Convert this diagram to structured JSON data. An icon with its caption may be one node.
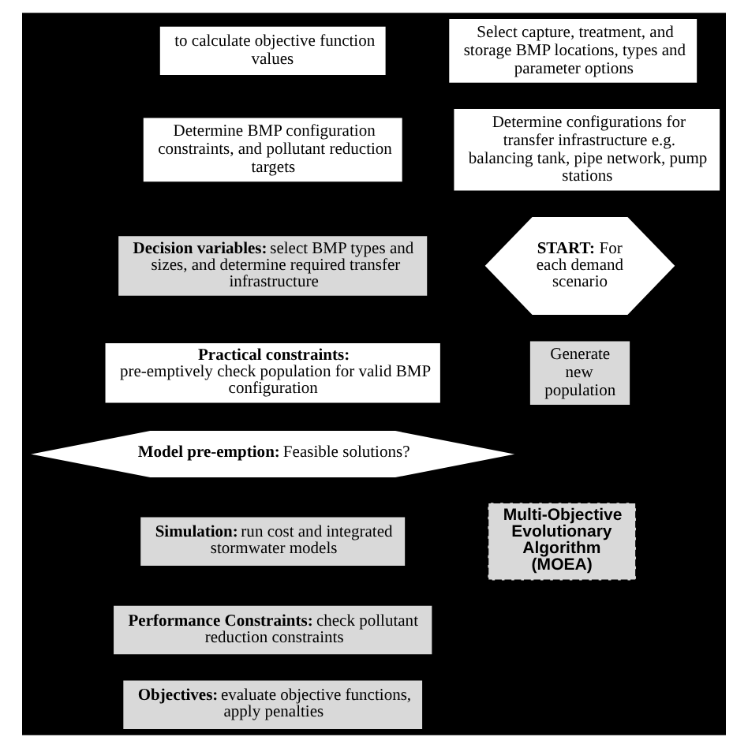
{
  "diagram": {
    "nodes": [
      {
        "text": [
          "to calculate objective function values"
        ]
      },
      {
        "text": [
          "Select capture, treatment, and storage BMP locations, types and parameter options"
        ]
      },
      {
        "text": [
          "Determine BMP configuration constraints, and pollutant reduction targets"
        ]
      },
      {
        "text": [
          "Determine configurations for transfer infrastructure e.g. balancing tank, pipe network, pump stations"
        ]
      },
      {
        "text": [
          "**Decision variables:** select BMP types and sizes, and determine required transfer infrastructure"
        ]
      },
      {
        "text": [
          "**START:** For each demand scenario"
        ]
      },
      {
        "text": [
          "**Practical constraints:** pre-emptively check population for valid BMP configuration"
        ]
      },
      {
        "text": [
          "Generate new population"
        ]
      },
      {
        "text": [
          "**Model pre-emption:** Feasible solutions?"
        ]
      },
      {
        "text": [
          "**Simulation:** run cost and integrated stormwater models"
        ]
      },
      {
        "text": [
          "Multi-Objective Evolutionary Algorithm (MOEA)"
        ]
      },
      {
        "text": [
          "**Performance Constraints:** check pollutant reduction constraints"
        ]
      },
      {
        "text": [
          "**Objectives:** evaluate objective functions, apply penalties"
        ]
      }
    ],
    "edges": []
  }
}
